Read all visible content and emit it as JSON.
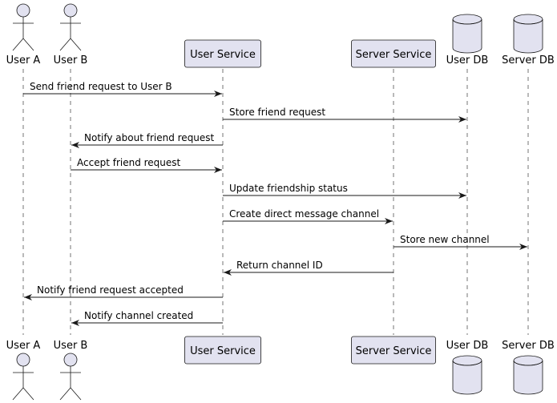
{
  "participants": [
    {
      "id": "user_a",
      "label": "User A",
      "kind": "actor"
    },
    {
      "id": "user_b",
      "label": "User B",
      "kind": "actor"
    },
    {
      "id": "user_service",
      "label": "User Service",
      "kind": "participant"
    },
    {
      "id": "server_service",
      "label": "Server Service",
      "kind": "participant"
    },
    {
      "id": "user_db",
      "label": "User DB",
      "kind": "database"
    },
    {
      "id": "server_db",
      "label": "Server DB",
      "kind": "database"
    }
  ],
  "messages": [
    {
      "from": "user_a",
      "to": "user_service",
      "label": "Send friend request to User B"
    },
    {
      "from": "user_service",
      "to": "user_db",
      "label": "Store friend request"
    },
    {
      "from": "user_service",
      "to": "user_b",
      "label": "Notify about friend request"
    },
    {
      "from": "user_b",
      "to": "user_service",
      "label": "Accept friend request"
    },
    {
      "from": "user_service",
      "to": "user_db",
      "label": "Update friendship status"
    },
    {
      "from": "user_service",
      "to": "server_service",
      "label": "Create direct message channel"
    },
    {
      "from": "server_service",
      "to": "server_db",
      "label": "Store new channel"
    },
    {
      "from": "server_service",
      "to": "user_service",
      "label": "Return channel ID"
    },
    {
      "from": "user_service",
      "to": "user_a",
      "label": "Notify friend request accepted"
    },
    {
      "from": "user_service",
      "to": "user_b",
      "label": "Notify channel created"
    }
  ],
  "colors": {
    "participant_fill": "#E2E2F0",
    "participant_border": "#181818",
    "lifeline": "#181818",
    "arrow": "#181818"
  }
}
